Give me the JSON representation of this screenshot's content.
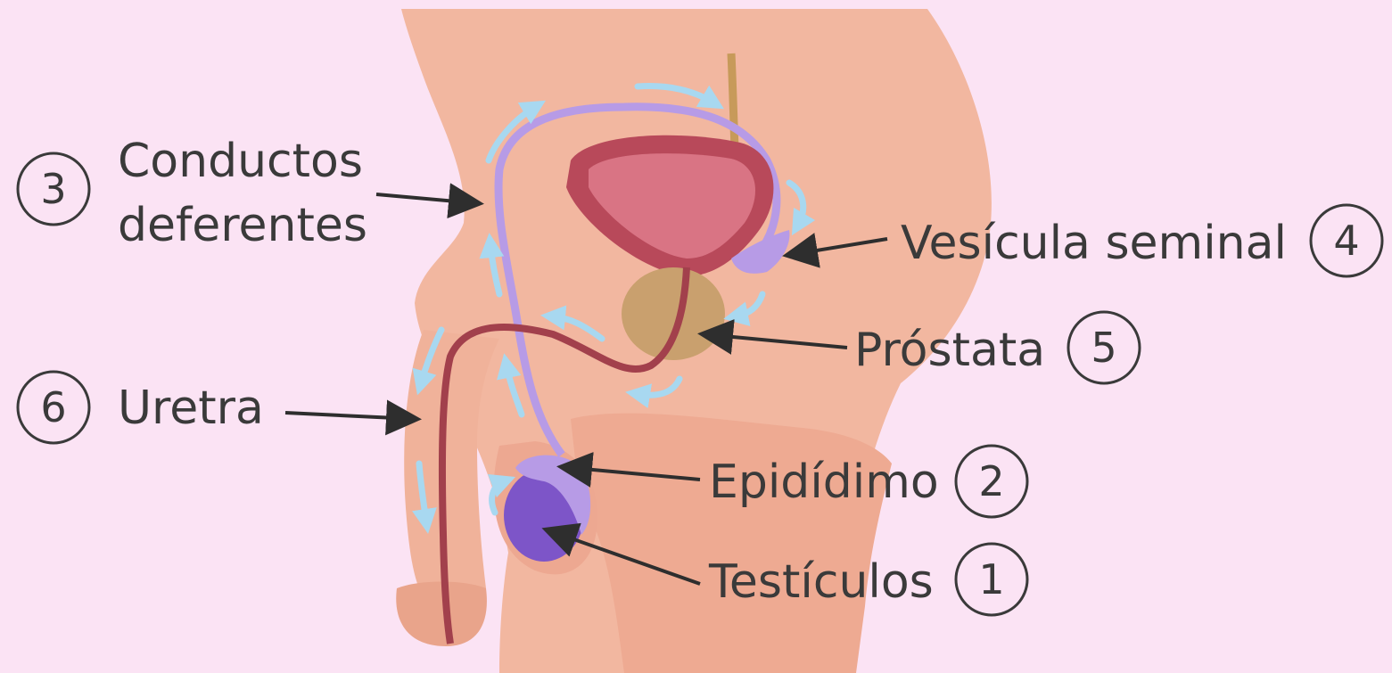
{
  "labels": {
    "testiculos": {
      "number": "1",
      "text": "Testículos"
    },
    "epididimo": {
      "number": "2",
      "text": "Epidídimo"
    },
    "conductos": {
      "number": "3",
      "line1": "Conductos",
      "line2": "deferentes"
    },
    "vesicula": {
      "number": "4",
      "text": "Vesícula seminal"
    },
    "prostata": {
      "number": "5",
      "text": "Próstata"
    },
    "uretra": {
      "number": "6",
      "text": "Uretra"
    }
  },
  "colors": {
    "background": "#fbe3f4",
    "skin": "#f2b7a0",
    "skin_shadow": "#e9a48b",
    "bladder": "#b8495a",
    "bladder_inner": "#d97484",
    "prostate": "#c9a06e",
    "vas_deferens": "#b79be6",
    "testis": "#7d55c8",
    "urethra": "#a2404c",
    "flow_arrow": "#a8d8f0",
    "text": "#3a3a3a"
  }
}
